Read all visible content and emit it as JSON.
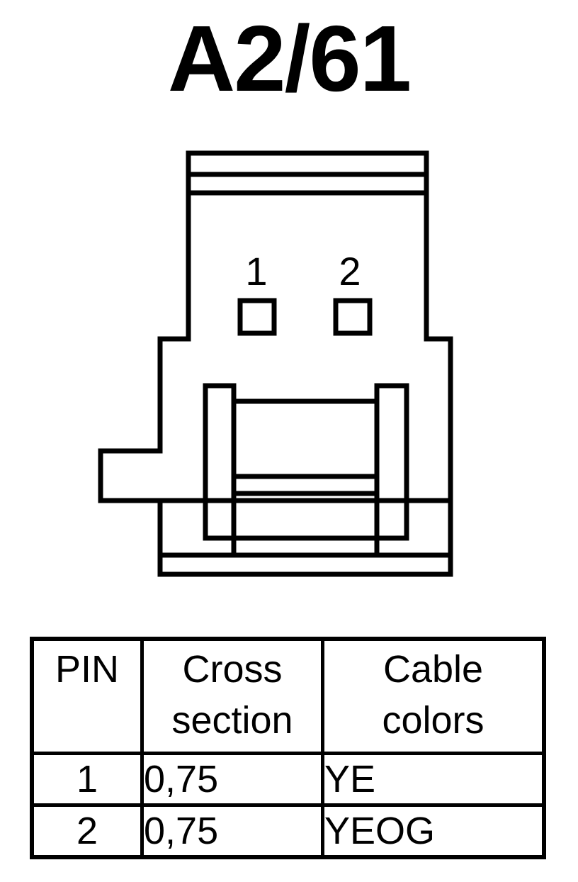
{
  "connector": {
    "title": "A2/61",
    "pins": [
      {
        "label": "1"
      },
      {
        "label": "2"
      }
    ]
  },
  "table": {
    "headers": {
      "pin": "PIN",
      "cross_line1": "Cross",
      "cross_line2": "section",
      "cable_line1": "Cable",
      "cable_line2": "colors"
    },
    "rows": [
      {
        "pin": "1",
        "cross_section": "0,75",
        "cable_color": "YE"
      },
      {
        "pin": "2",
        "cross_section": "0,75",
        "cable_color": "YEOG"
      }
    ]
  }
}
